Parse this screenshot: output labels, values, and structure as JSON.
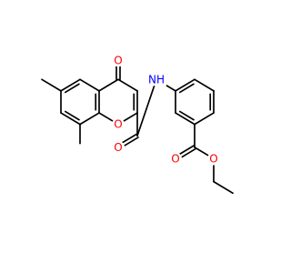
{
  "molecule": {
    "colors": {
      "bond": "#000000",
      "oxygen": "#ff0000",
      "nitrogen": "#0000ff",
      "background": "#ffffff"
    },
    "atom_labels": {
      "ketone_oxygen": "O",
      "ring_oxygen": "O",
      "amide_oxygen": "O",
      "amide_nitrogen": "NH",
      "ester_carbonyl_oxygen": "O",
      "ester_ether_oxygen": "O"
    }
  }
}
